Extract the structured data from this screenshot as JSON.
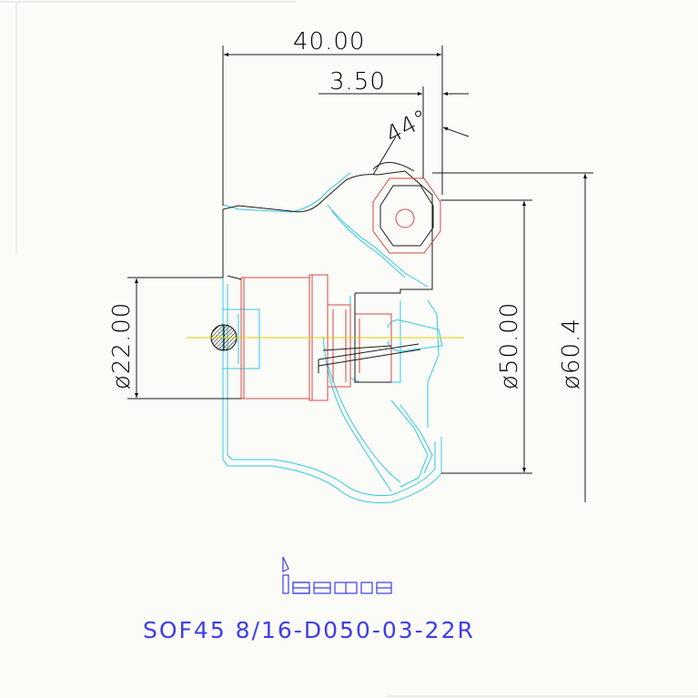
{
  "drawing": {
    "dimensions": {
      "overall_length": "40.00",
      "step_length": "3.50",
      "lead_angle": "44°",
      "bore_diameter": "ø22.00",
      "cutter_diameter": "ø50.00",
      "max_diameter": "ø60.4"
    },
    "brand": "iscar",
    "part_number": "SOF45 8/16-D050-03-22R"
  },
  "colors": {
    "outline": "#1a1a1a",
    "body": "#33c8e0",
    "section": "#d04a4a",
    "centerline": "#e0d000",
    "title": "#3e3ee6"
  }
}
